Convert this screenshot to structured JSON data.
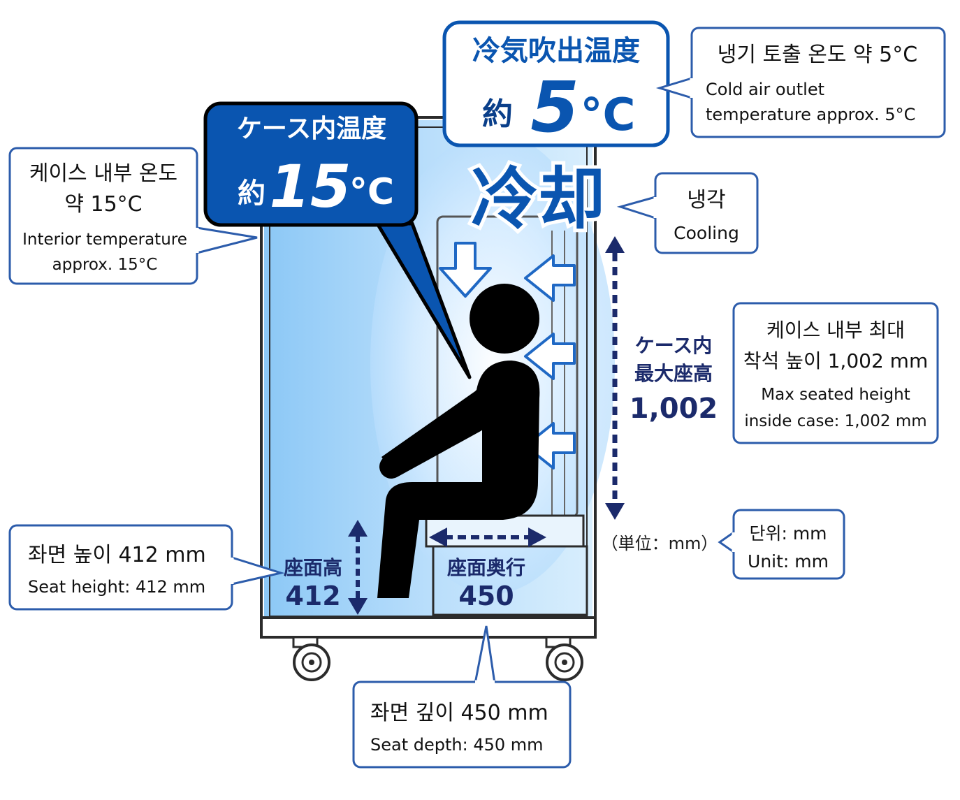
{
  "cold_air_label": {
    "title": "冷気吹出温度",
    "prefix": "約",
    "value": "5",
    "unit": "°C"
  },
  "case_temp_label": {
    "title": "ケース内温度",
    "prefix": "約",
    "value": "15",
    "unit": "°C"
  },
  "cooling_label": "冷却",
  "max_seat_height_label": {
    "line1": "ケース内",
    "line2": "最大座高",
    "value": "1,002"
  },
  "seat_height_label": {
    "title": "座面高",
    "value": "412"
  },
  "seat_depth_label": {
    "title": "座面奥行",
    "value": "450"
  },
  "unit_label": "（単位：mm）",
  "translations": {
    "cold_air": {
      "ko": "냉기 토출 온도 약 5°C",
      "en1": "Cold air outlet",
      "en2": "temperature approx. 5°C"
    },
    "interior": {
      "ko1": "케이스 내부 온도",
      "ko2": "약 15°C",
      "en1": "Interior temperature",
      "en2": "approx. 15°C"
    },
    "cooling": {
      "ko": "냉각",
      "en": "Cooling"
    },
    "max_height": {
      "ko1": "케이스 내부 최대",
      "ko2": "착석 높이 1,002 mm",
      "en1": "Max seated height",
      "en2": "inside case: 1,002 mm"
    },
    "unit": {
      "ko": "단위: mm",
      "en": "Unit: mm"
    },
    "seat_height": {
      "ko": "좌면 높이 412 mm",
      "en": "Seat height: 412 mm"
    },
    "seat_depth": {
      "ko": "좌면 깊이 450 mm",
      "en": "Seat depth: 450 mm"
    }
  },
  "colors": {
    "navy": "#1b2a6b",
    "brand_blue": "#0a55b0",
    "box_border": "#2c5cab",
    "cool_blue": "#9fcff8",
    "figure": "#000000"
  }
}
